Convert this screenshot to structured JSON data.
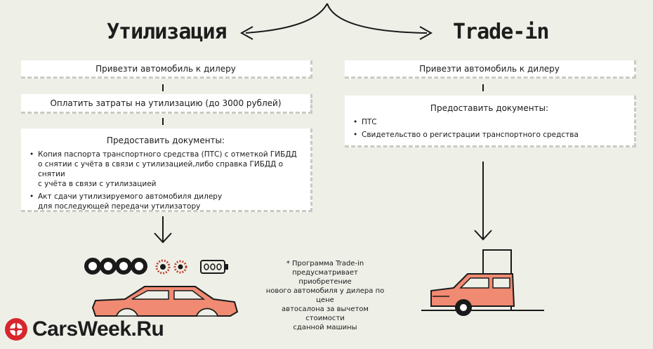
{
  "colors": {
    "background": "#eef0e8",
    "car_fill": "#f08a72",
    "car_stroke": "#1a1a1a",
    "logo_red": "#d7262c"
  },
  "left": {
    "title": "Утилизация",
    "step1": "Привезти автомобиль к дилеру",
    "step2": "Оплатить затраты на утилизацию (до 3000 рублей)",
    "docs_title": "Предоставить документы:",
    "docs": [
      [
        "Копия паспорта транспортного средства (ПТС) с отметкой ГИБДД",
        "о снятии с учёта в связи с утилизацией,либо справка ГИБДД о снятии",
        "с учёта в связи с утилизацией"
      ],
      [
        "Акт сдачи утилизируемого автомобиля дилеру",
        "для последующей передачи утилизатору"
      ]
    ]
  },
  "right": {
    "title": "Trade-in",
    "step1": "Привезти автомобиль к дилеру",
    "docs_title": "Предоставить документы:",
    "docs": [
      "ПТС",
      "Свидетельство о регистрации транспортного средства"
    ]
  },
  "note": [
    "* Программа Trade-in",
    "предусматривает приобретение",
    "нового автомобиля у дилера по цене",
    "автосалона за вычетом стоимости",
    "сданной машины"
  ],
  "logo": {
    "text": "CarsWeek.Ru",
    "icon": "wheel-logo-icon"
  }
}
